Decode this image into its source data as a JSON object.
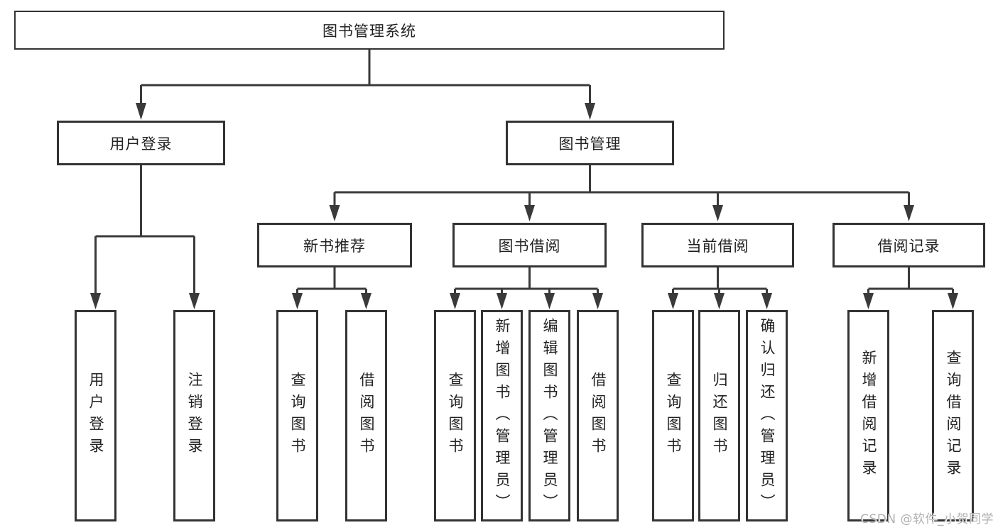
{
  "tree": {
    "root": {
      "label": "图书管理系统"
    },
    "level2": [
      {
        "label": "用户登录",
        "leaves": [
          "用户登录",
          "注销登录"
        ]
      },
      {
        "label": "图书管理",
        "children": [
          {
            "label": "新书推荐",
            "leaves": [
              "查询图书",
              "借阅图书"
            ]
          },
          {
            "label": "图书借阅",
            "leaves": [
              "查询图书",
              "新增图书（管理员）",
              "编辑图书（管理员）",
              "借阅图书"
            ]
          },
          {
            "label": "当前借阅",
            "leaves": [
              "查询图书",
              "归还图书",
              "确认归还（管理员）"
            ]
          },
          {
            "label": "借阅记录",
            "leaves": [
              "新增借阅记录",
              "查询借阅记录"
            ]
          }
        ]
      }
    ]
  },
  "watermark": "CSDN @软件_小贺同学",
  "colors": {
    "line": "#3a3a3a",
    "border": "#333333",
    "text": "#222222",
    "background": "#ffffff",
    "watermark": "#b0b0b0"
  }
}
